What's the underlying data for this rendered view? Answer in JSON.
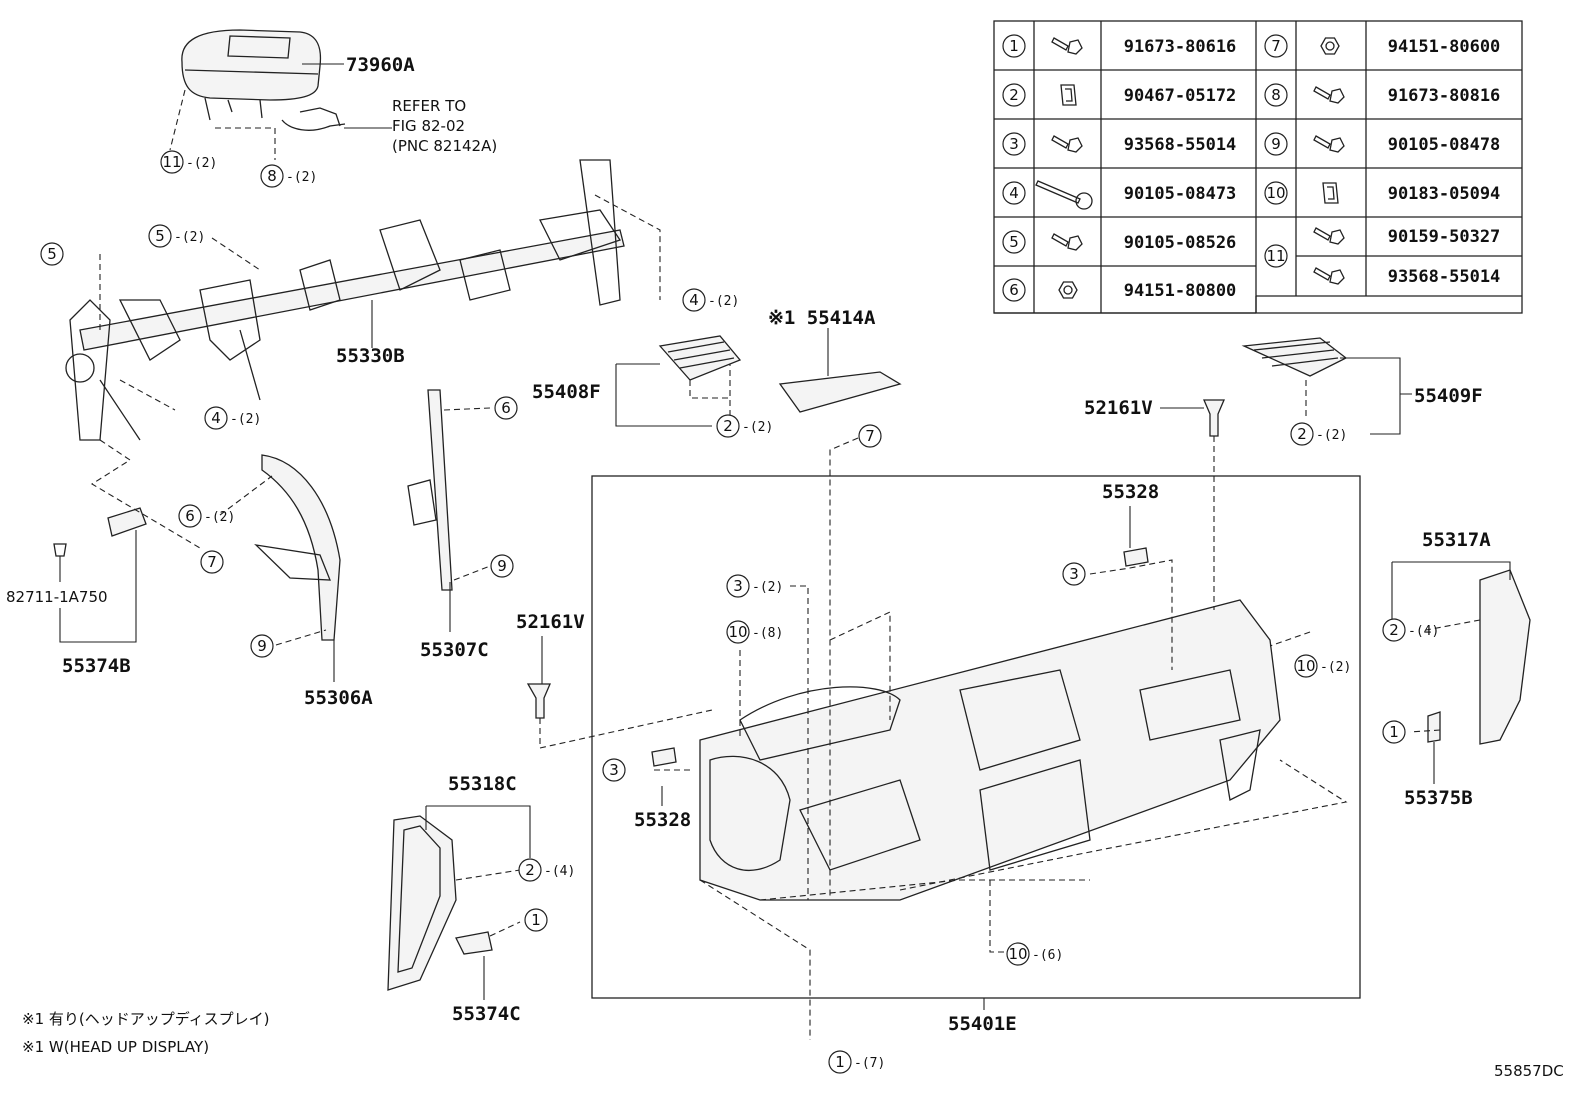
{
  "parts_table": [
    {
      "ref": "1",
      "part": "91673-80616",
      "icon": "flange-bolt-icon"
    },
    {
      "ref": "2",
      "part": "90467-05172",
      "icon": "clip-icon"
    },
    {
      "ref": "3",
      "part": "93568-55014",
      "icon": "screw-icon"
    },
    {
      "ref": "4",
      "part": "90105-08473",
      "icon": "long-bolt-icon"
    },
    {
      "ref": "5",
      "part": "90105-08526",
      "icon": "flange-bolt-icon"
    },
    {
      "ref": "6",
      "part": "94151-80800",
      "icon": "nut-icon"
    },
    {
      "ref": "7",
      "part": "94151-80600",
      "icon": "nut-icon"
    },
    {
      "ref": "8",
      "part": "91673-80816",
      "icon": "screw-icon"
    },
    {
      "ref": "9",
      "part": "90105-08478",
      "icon": "flange-bolt-icon"
    },
    {
      "ref": "10",
      "part": "90183-05094",
      "icon": "clip-nut-icon"
    },
    {
      "ref": "11",
      "part": "90159-50327",
      "icon": "flange-bolt-icon"
    },
    {
      "ref": "11",
      "part": "93568-55014",
      "icon": "screw-icon"
    }
  ],
  "labels": {
    "p73960A": "73960A",
    "refer1": "REFER TO",
    "refer2": "FIG 82-02",
    "refer3": "(PNC 82142A)",
    "p55330B": "55330B",
    "p55414A": "※1 55414A",
    "p55408F": "55408F",
    "p55409F": "55409F",
    "p52161V_a": "52161V",
    "p52161V_b": "52161V",
    "p55328_a": "55328",
    "p55328_b": "55328",
    "p55317A": "55317A",
    "p55375B": "55375B",
    "p55307C": "55307C",
    "p55306A": "55306A",
    "p82711": "82711-1A750",
    "p55374B": "55374B",
    "p55318C": "55318C",
    "p55374C": "55374C",
    "p55401E": "55401E",
    "code": "55857DC"
  },
  "callouts": [
    {
      "num": "11",
      "qty": "-(2)"
    },
    {
      "num": "8",
      "qty": "-(2)"
    },
    {
      "num": "5",
      "qty": "-(2)"
    },
    {
      "num": "5",
      "qty": ""
    },
    {
      "num": "4",
      "qty": "-(2)"
    },
    {
      "num": "4",
      "qty": "-(2)"
    },
    {
      "num": "6",
      "qty": "-(2)"
    },
    {
      "num": "7",
      "qty": ""
    },
    {
      "num": "9",
      "qty": ""
    },
    {
      "num": "6",
      "qty": ""
    },
    {
      "num": "9",
      "qty": ""
    },
    {
      "num": "2",
      "qty": "-(2)"
    },
    {
      "num": "7",
      "qty": ""
    },
    {
      "num": "2",
      "qty": "-(2)"
    },
    {
      "num": "3",
      "qty": "-(2)"
    },
    {
      "num": "10",
      "qty": "-(8)"
    },
    {
      "num": "3",
      "qty": ""
    },
    {
      "num": "3",
      "qty": ""
    },
    {
      "num": "10",
      "qty": "-(2)"
    },
    {
      "num": "2",
      "qty": "-(4)"
    },
    {
      "num": "1",
      "qty": ""
    },
    {
      "num": "2",
      "qty": "-(4)"
    },
    {
      "num": "1",
      "qty": ""
    },
    {
      "num": "10",
      "qty": "-(6)"
    },
    {
      "num": "1",
      "qty": "-(7)"
    }
  ],
  "notes": {
    "note1": "※1 有り(ヘッドアップディスプレイ)",
    "note2": "※1 W(HEAD UP DISPLAY)"
  }
}
